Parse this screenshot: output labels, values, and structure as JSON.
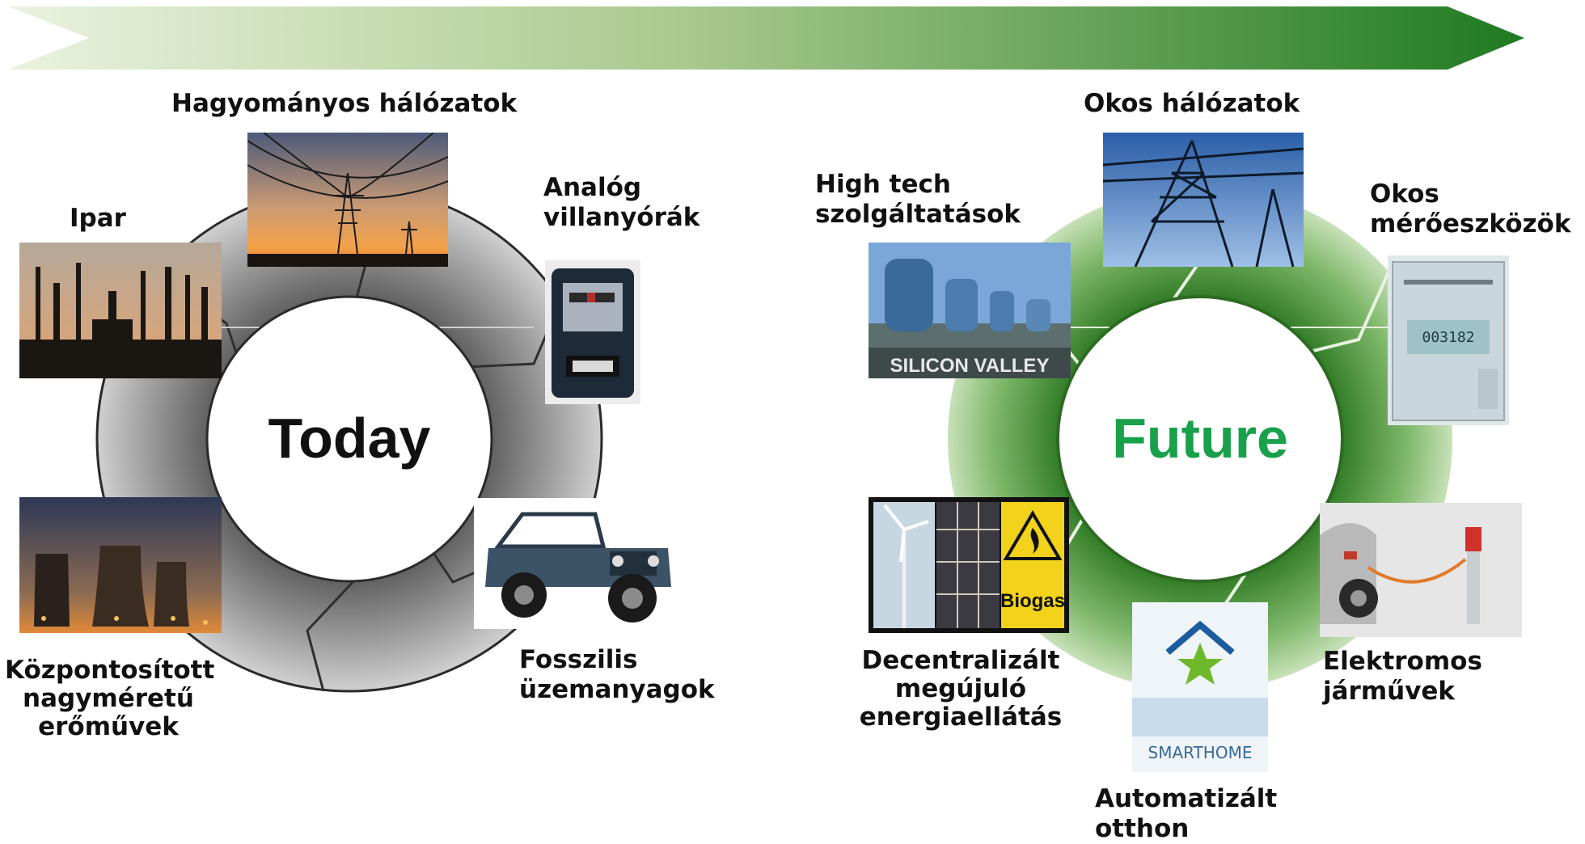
{
  "colors": {
    "arrow_start": "#e6efd9",
    "arrow_end": "#1f7a20",
    "today_ring": "#8a8a8a",
    "future_ring": "#4f9a3c",
    "future_text": "#19a04a",
    "today_text": "#111111"
  },
  "today": {
    "center_label": "Today",
    "items": [
      {
        "key": "traditional-grids",
        "label": "Hagyományos hálózatok"
      },
      {
        "key": "analog-meters",
        "label_lines": [
          "Analóg",
          "villanyórák"
        ]
      },
      {
        "key": "fossil-fuels",
        "label_lines": [
          "Fosszilis",
          "üzemanyagok"
        ]
      },
      {
        "key": "central-plants",
        "label_lines": [
          "Központosított",
          "nagyméretű",
          "erőművek"
        ]
      },
      {
        "key": "industry",
        "label": "Ipar"
      }
    ]
  },
  "future": {
    "center_label": "Future",
    "items": [
      {
        "key": "smart-grids",
        "label": "Okos hálózatok"
      },
      {
        "key": "smart-meters",
        "label_lines": [
          "Okos",
          "mérőeszközök"
        ]
      },
      {
        "key": "electric-vehicles",
        "label_lines": [
          "Elektromos",
          "járművek"
        ]
      },
      {
        "key": "automated-home",
        "label_lines": [
          "Automatizált",
          "otthon"
        ]
      },
      {
        "key": "decentralized-renewables",
        "label_lines": [
          "Decentralizált",
          "megújuló",
          "energiaellátás"
        ]
      },
      {
        "key": "high-tech-services",
        "label_lines": [
          "High tech",
          "szolgáltatások"
        ]
      }
    ],
    "image_texts": {
      "silicon_valley": "SILICON VALLEY",
      "biogas": "Biogas",
      "smarthome": "SMARTHOME",
      "meter_display": "003182"
    }
  },
  "icons": [
    "arrow-banner-icon",
    "power-line-icon",
    "factory-icon",
    "electric-meter-icon",
    "jeep-icon",
    "cooling-tower-icon",
    "pylon-icon",
    "office-building-icon",
    "smart-meter-icon",
    "electric-car-icon",
    "smart-home-icon",
    "wind-turbine-icon",
    "solar-panel-icon",
    "fire-warning-icon"
  ]
}
